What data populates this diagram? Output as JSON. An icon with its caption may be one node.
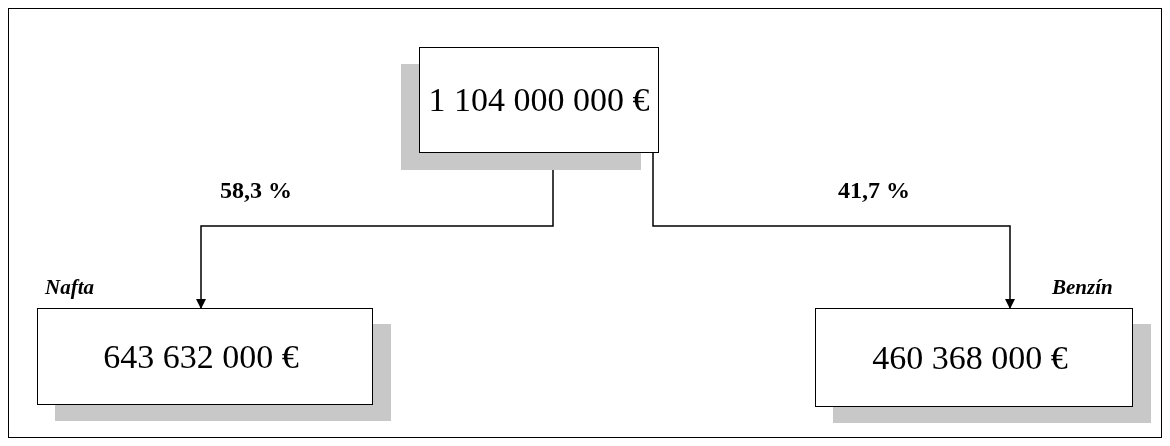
{
  "diagram": {
    "nodes": [
      {
        "text": [
          "1 104 000 000 €"
        ]
      },
      {
        "text": [
          "643 632 000 €"
        ],
        "beside": [
          "Nafta"
        ]
      },
      {
        "text": [
          "460 368 000 €"
        ],
        "beside": [
          "Benzín"
        ]
      }
    ],
    "edges": [
      {
        "from": 0,
        "to": 1,
        "arrow": "to",
        "label": "58,3 %"
      },
      {
        "from": 0,
        "to": 2,
        "arrow": "to",
        "label": "41,7 %"
      }
    ]
  }
}
